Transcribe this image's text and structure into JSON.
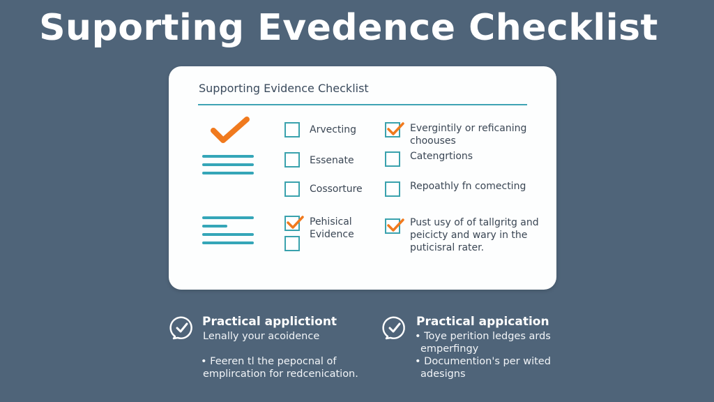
{
  "header": {
    "title": "Suporting Evedence Checklist"
  },
  "card": {
    "title": "Supporting Evidence Checklist",
    "icons": [
      "checkmark-icon",
      "list-icon",
      "list-icon"
    ],
    "left_column": [
      {
        "label": "Arvecting",
        "checked": false
      },
      {
        "label": "Essenate",
        "checked": false
      },
      {
        "label": "Cossorture",
        "checked": false
      },
      {
        "label_line1": "Pehisical",
        "label_line2": "Evidence",
        "checked": true,
        "extra_box_checked": false
      }
    ],
    "right_column": [
      {
        "label_line1": "Evergintily or reficaning",
        "label_line2": "choouses",
        "checked": true
      },
      {
        "label": "Catengrtions",
        "checked": false
      },
      {
        "label": "Repoathly fn comecting",
        "checked": false
      },
      {
        "label_line1": "Pust usy of of tallgritg and",
        "label_line2": "peicicty and wary in the",
        "label_line3": "puticisral rater.",
        "checked": true
      }
    ]
  },
  "applications": [
    {
      "title": "Practical applictiont",
      "subtitle": "Lenally your acoidence",
      "bullets": [
        "• Feeren tl the pepocnal of",
        "emplircation for redcenication."
      ]
    },
    {
      "title": "Practical appication",
      "bullets": [
        "• Toye perition ledges ards",
        "emperfingy",
        "• Documention's per wited",
        "adesigns"
      ]
    }
  ],
  "colors": {
    "background": "#4f6479",
    "card": "#fdfefe",
    "accent_teal": "#3aa2ad",
    "accent_orange": "#f07a1e",
    "text_dark": "#3a4654"
  }
}
